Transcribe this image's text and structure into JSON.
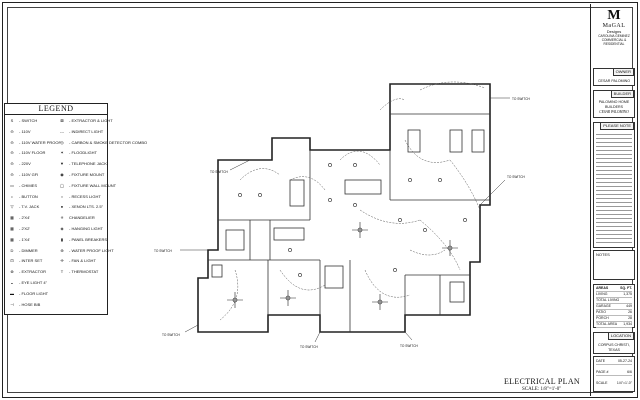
{
  "legend": {
    "title": "LEGEND",
    "left_items": [
      {
        "symbol": "S",
        "label": "- SWITCH"
      },
      {
        "symbol": "⊖",
        "label": "- 110V"
      },
      {
        "symbol": "⊖",
        "label": "- 110V WATER PROOF"
      },
      {
        "symbol": "⊖",
        "label": "- 110V FLOOR"
      },
      {
        "symbol": "⊖",
        "label": "- 220V"
      },
      {
        "symbol": "⊖",
        "label": "- 110V GFI"
      },
      {
        "symbol": "▭",
        "label": "- CHIMES"
      },
      {
        "symbol": "•",
        "label": "- BUTTON"
      },
      {
        "symbol": "▽",
        "label": "- T.V. JACK"
      },
      {
        "symbol": "▦",
        "label": "- 2'X4'"
      },
      {
        "symbol": "▦",
        "label": "- 2'X2'"
      },
      {
        "symbol": "▦",
        "label": "- 1'X4'"
      },
      {
        "symbol": "D",
        "label": "- DIMMER"
      },
      {
        "symbol": "⊡",
        "label": "- INTER SET"
      },
      {
        "symbol": "⊗",
        "label": "- EXTRACTOR"
      },
      {
        "symbol": "◒",
        "label": "- EYE LIGHT 4\""
      },
      {
        "symbol": "▬",
        "label": "- FLOOR LIGHT"
      },
      {
        "symbol": "⊣",
        "label": "- HOSE BIB"
      }
    ],
    "right_items": [
      {
        "symbol": "⊠",
        "label": "- EXTRACTOR & LIGHT"
      },
      {
        "symbol": "---",
        "label": "- INDIRECT LIGHT"
      },
      {
        "symbol": "◎",
        "label": "- CARBON & SMOKE DETECTOR COMBO"
      },
      {
        "symbol": "✶",
        "label": "- FLOODLIGHT"
      },
      {
        "symbol": "▼",
        "label": "- TELEPHONE JACK"
      },
      {
        "symbol": "◉",
        "label": "- FIXTURE MOUNT"
      },
      {
        "symbol": "◯",
        "label": "- FIXTURE WALL MOUNT"
      },
      {
        "symbol": "○",
        "label": "- RECESS LIGHT"
      },
      {
        "symbol": "●",
        "label": "- XENON LTS. 2.5\""
      },
      {
        "symbol": "✳",
        "label": "CHANDELIER"
      },
      {
        "symbol": "◈",
        "label": "- HANGING LIGHT"
      },
      {
        "symbol": "▮",
        "label": "- PANEL BREAKERS"
      },
      {
        "symbol": "⊕",
        "label": "- WATER PROOF LIGHT"
      },
      {
        "symbol": "✢",
        "label": "- FAN & LIGHT"
      },
      {
        "symbol": "T",
        "label": "- THERMOSTAT"
      }
    ]
  },
  "title_block": {
    "logo_mark": "M",
    "company": "MaGAL",
    "designs": "Designs",
    "company_sub": "CAROLINA GEMINEZ COMMERCIAL & RESIDENTIAL",
    "owner_tab": "OWNER",
    "owner_name": "CESAR PALOMINO",
    "builder_tab": "BUILDER",
    "builder_name": "PALOMINO HOME BUILDERS",
    "builder_sig": "CESAR PALOMINO",
    "notes_tab": "PLEASE NOTE",
    "notes_box": "NOTES",
    "areas_tab": "AREAS",
    "areas_unit": "SQ. FT.",
    "areas": [
      {
        "label": "LIVING",
        "value": "1,375"
      },
      {
        "label": "TOTAL LIVING",
        "value": ""
      },
      {
        "label": "GARAGE",
        "value": "449"
      },
      {
        "label": "PATIO",
        "value": "26"
      },
      {
        "label": "PORCH",
        "value": "28"
      },
      {
        "label": "TOTAL AREA",
        "value": "1,934"
      }
    ],
    "location_tab": "LOCATION",
    "location_text": "CORPUS CHRISTI, TEXAS",
    "date_label": "DATE",
    "date_value": "05-27-24",
    "page_label": "PAGE #",
    "page_value": "6/6",
    "scale_label": "SCALE",
    "scale_value": "1/4\"=1'-0\""
  },
  "plan": {
    "title": "ELECTRICAL PLAN",
    "scale": "SCALE: 1/8\"=1'-0\"",
    "switch_label": "TO SWITCH"
  }
}
